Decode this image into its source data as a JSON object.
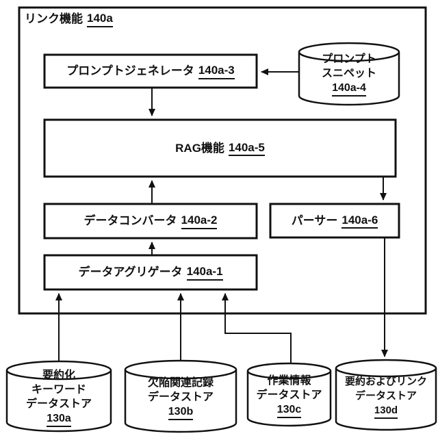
{
  "figure": {
    "container": {
      "label": "リンク機能",
      "ref": "140a"
    },
    "nodes": {
      "prompt_generator": {
        "label": "プロンプトジェネレータ",
        "ref": "140a-3",
        "shape": "box"
      },
      "prompt_snippet": {
        "lines": [
          "プロンプト",
          "スニペット"
        ],
        "ref": "140a-4",
        "shape": "cylinder"
      },
      "rag_function": {
        "label": "RAG機能",
        "ref": "140a-5",
        "shape": "box"
      },
      "data_converter": {
        "label": "データコンバータ",
        "ref": "140a-2",
        "shape": "box"
      },
      "parser": {
        "label": "パーサー",
        "ref": "140a-6",
        "shape": "box"
      },
      "data_aggregator": {
        "label": "データアグリゲータ",
        "ref": "140a-1",
        "shape": "box"
      },
      "summarized_keyword_datastore": {
        "lines": [
          "要約化",
          "キーワード",
          "データストア"
        ],
        "ref": "130a",
        "shape": "cylinder"
      },
      "defect_record_datastore": {
        "lines": [
          "欠陥関連記録",
          "データストア"
        ],
        "ref": "130b",
        "shape": "cylinder"
      },
      "work_info_datastore": {
        "lines": [
          "作業情報",
          "データストア"
        ],
        "ref": "130c",
        "shape": "cylinder"
      },
      "summary_link_datastore": {
        "lines": [
          "要約およびリンク",
          "データストア"
        ],
        "ref": "130d",
        "shape": "cylinder"
      }
    },
    "edges": [
      {
        "from": "140a-4",
        "to": "140a-3"
      },
      {
        "from": "140a-3",
        "to": "140a-5"
      },
      {
        "from": "140a-2",
        "to": "140a-5"
      },
      {
        "from": "140a-5",
        "to": "140a-6"
      },
      {
        "from": "140a-1",
        "to": "140a-2"
      },
      {
        "from": "130a",
        "to": "140a-1"
      },
      {
        "from": "130b",
        "to": "140a-1"
      },
      {
        "from": "130c",
        "to": "140a-1"
      },
      {
        "from": "140a-6",
        "to": "130d"
      }
    ],
    "colors": {
      "stroke": "#111111",
      "fill": "#ffffff",
      "text": "#111111"
    }
  }
}
